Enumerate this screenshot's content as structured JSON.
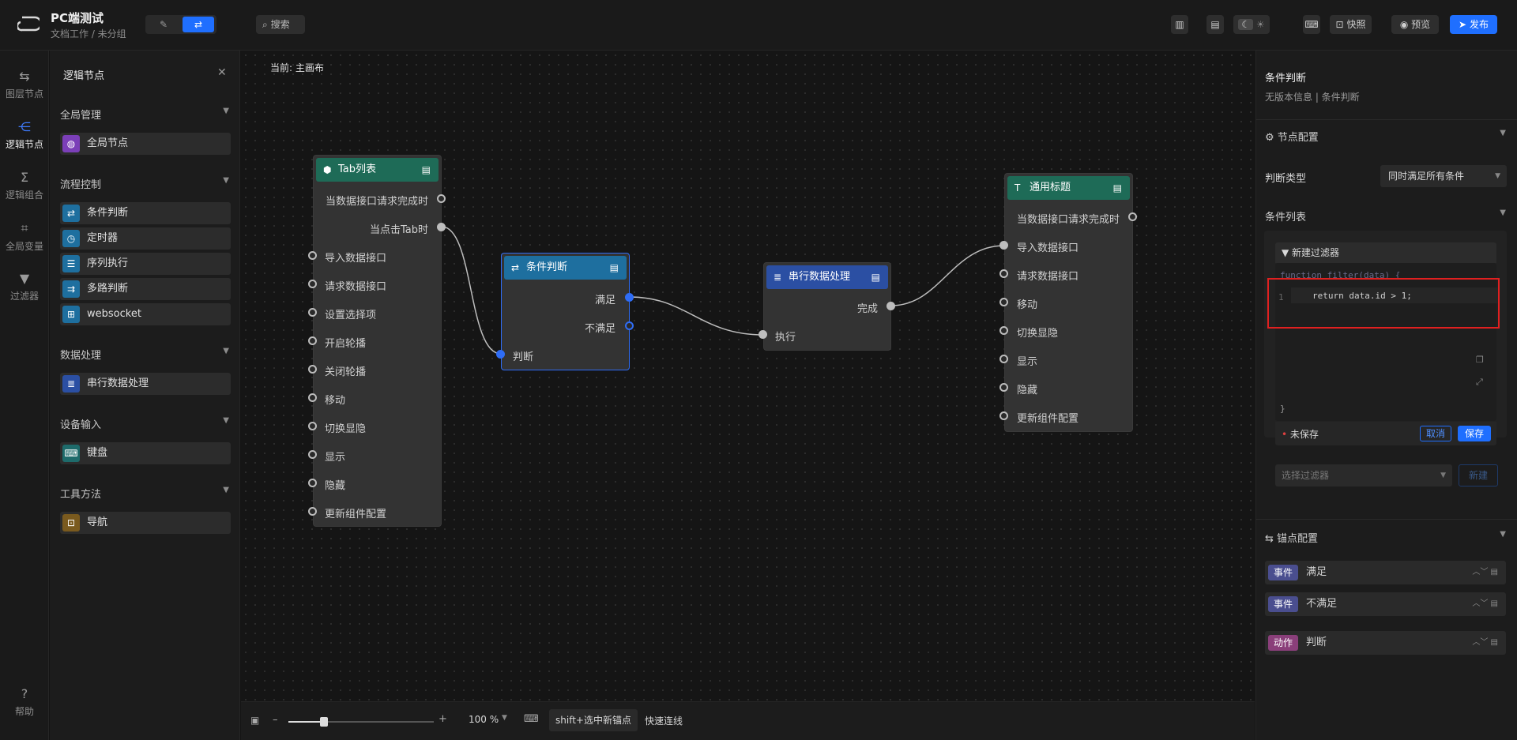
{
  "header": {
    "app_title": "PC端测试",
    "app_sub": "文档工作 / 未分组",
    "search": "搜索",
    "snapshot": "快照",
    "preview": "预览",
    "publish": "发布"
  },
  "rail": {
    "items": [
      "图层节点",
      "逻辑节点",
      "逻辑组合",
      "全局变量",
      "过滤器"
    ],
    "help": "帮助"
  },
  "palette": {
    "title": "逻辑节点",
    "cat_global": "全局管理",
    "global_node": "全局节点",
    "cat_flow": "流程控制",
    "flow": [
      "条件判断",
      "定时器",
      "序列执行",
      "多路判断",
      "websocket"
    ],
    "cat_data": "数据处理",
    "data_item": "串行数据处理",
    "cat_input": "设备输入",
    "input_item": "键盘",
    "cat_tool": "工具方法",
    "tool_item": "导航"
  },
  "canvas": {
    "current": "当前: 主画布",
    "tab_node": {
      "title": "Tab列表",
      "ports": [
        "当数据接口请求完成时",
        "当点击Tab时",
        "导入数据接口",
        "请求数据接口",
        "设置选择项",
        "开启轮播",
        "关闭轮播",
        "移动",
        "切换显隐",
        "显示",
        "隐藏",
        "更新组件配置"
      ]
    },
    "cond_node": {
      "title": "条件判断",
      "ports": [
        "满足",
        "不满足",
        "判断"
      ]
    },
    "serial_node": {
      "title": "串行数据处理",
      "ports": [
        "完成",
        "执行"
      ]
    },
    "title_node": {
      "title": "通用标题",
      "ports": [
        "当数据接口请求完成时",
        "导入数据接口",
        "请求数据接口",
        "移动",
        "切换显隐",
        "显示",
        "隐藏",
        "更新组件配置"
      ]
    }
  },
  "bottombar": {
    "zoom": "100 %",
    "minus": "–",
    "plus": "+",
    "shortcut": "shift+选中新锚点",
    "shortcut_desc": "快速连线"
  },
  "right": {
    "title": "条件判断",
    "subtitle": "无版本信息 | 条件判断",
    "sec_node_config": "节点配置",
    "judge_type_label": "判断类型",
    "judge_type_value": "同时满足所有条件",
    "sec_cond_list": "条件列表",
    "new_filter": "新建过滤器",
    "code_line1": "function filter(data) {",
    "code_line2_num": "1",
    "code_line2": "return data.id > 1;",
    "code_end": "}",
    "unsaved": "未保存",
    "cancel": "取消",
    "save": "保存",
    "select_filter_placeholder": "选择过滤器",
    "new_btn": "新建",
    "sec_anchor": "锚点配置",
    "anchors": [
      {
        "tag": "事件",
        "label": "满足"
      },
      {
        "tag": "事件",
        "label": "不满足"
      },
      {
        "tag": "动作",
        "label": "判断"
      }
    ]
  },
  "colors": {
    "accent": "#1f6fff",
    "tab_node_head": "#1e6b57",
    "cond_node_head": "#1e6f9f",
    "serial_node_head": "#2b4fa3",
    "title_node_head": "#1e6b57",
    "event_tag": "#4a4e8f",
    "action_tag": "#8a3f7a"
  }
}
